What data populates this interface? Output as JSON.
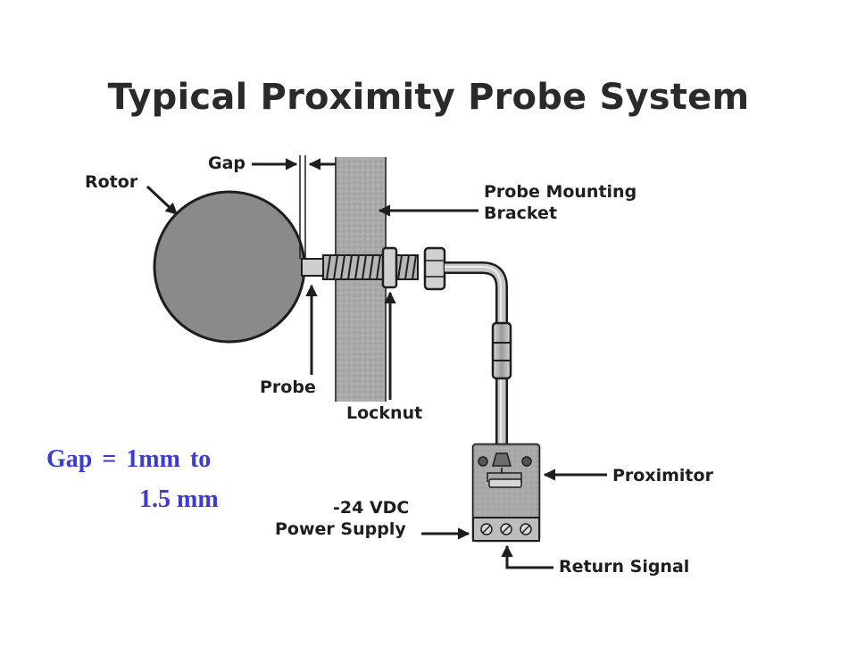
{
  "title": "Typical Proximity Probe System",
  "labels": {
    "rotor": "Rotor",
    "gap": "Gap",
    "bracket_line1": "Probe Mounting",
    "bracket_line2": "Bracket",
    "probe": "Probe",
    "locknut": "Locknut",
    "proximitor": "Proximitor",
    "power_line1": "-24 VDC",
    "power_line2": "Power Supply",
    "return_signal": "Return Signal"
  },
  "gap_note": {
    "line1": "Gap = 1mm  to",
    "line2": "1.5 mm"
  },
  "colors": {
    "ink": "#1e1e1e",
    "rotor_fill": "#8a8a8a",
    "bracket_fill": "#a6a6a6",
    "metal": "#bdbdbd",
    "note": "#3b3bd6"
  }
}
